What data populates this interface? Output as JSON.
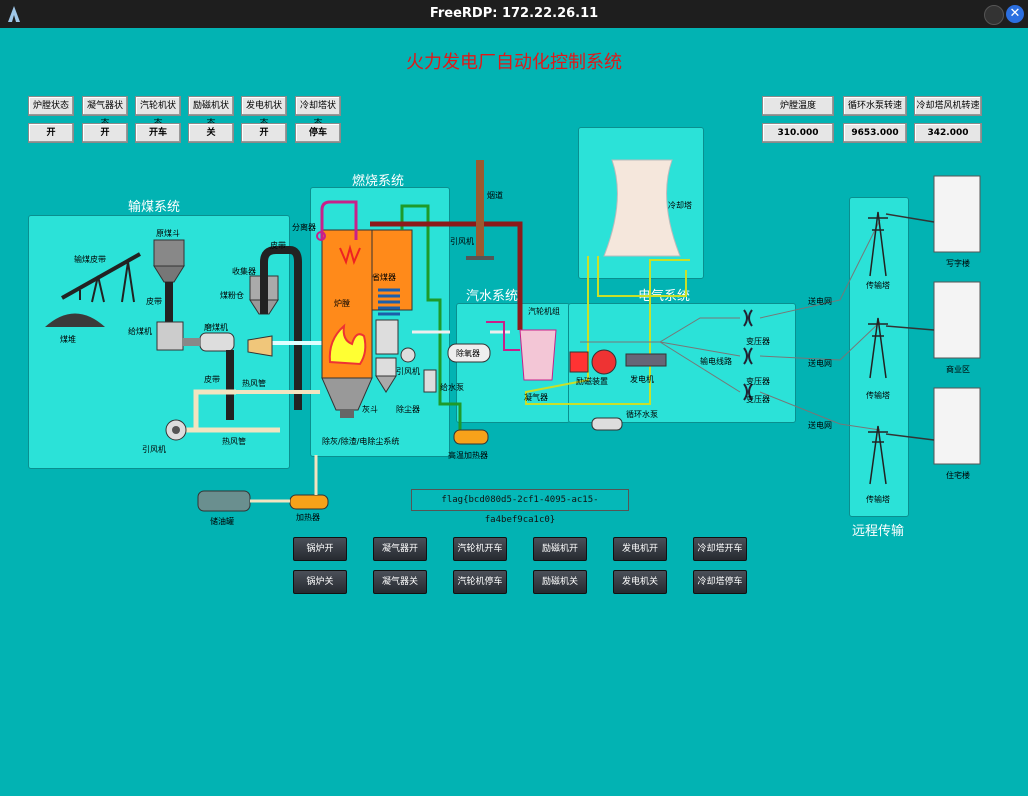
{
  "window": {
    "title": "FreeRDP: 172.22.26.11"
  },
  "header": {
    "title": "火力发电厂自动化控制系统"
  },
  "status": [
    {
      "label": "炉膛状态",
      "value": "开"
    },
    {
      "label": "凝气器状态",
      "value": "开"
    },
    {
      "label": "汽轮机状态",
      "value": "开车"
    },
    {
      "label": "励磁机状态",
      "value": "关"
    },
    {
      "label": "发电机状态",
      "value": "开"
    },
    {
      "label": "冷却塔状态",
      "value": "停车"
    }
  ],
  "readings": [
    {
      "label": "炉膛温度",
      "value": "310.000"
    },
    {
      "label": "循环水泵转速",
      "value": "9653.000"
    },
    {
      "label": "冷却塔风机转速",
      "value": "342.000"
    }
  ],
  "sections": {
    "coal": "输煤系统",
    "combustion": "燃烧系统",
    "steam": "汽水系统",
    "electric": "电气系统",
    "remote": "远程传输"
  },
  "labels": {
    "conveyor": "输煤皮带",
    "coal_hopper": "原煤斗",
    "belt1": "皮带",
    "belt2": "皮带",
    "belt3": "皮带",
    "feeder": "给煤机",
    "mill": "磨煤机",
    "collector": "收集器",
    "powder": "煤粉仓",
    "coal_pile": "煤堆",
    "hot_air1": "热风管",
    "hot_air2": "热风管",
    "fan_left": "引风机",
    "separator": "分离器",
    "economizer": "省煤器",
    "furnace": "炉膛",
    "chimney": "烟道",
    "fan_top": "引风机",
    "fan_mid": "引风机",
    "ash": "灰斗",
    "dust": "除尘器",
    "dust_sys": "除灰/除渣/电除尘系统",
    "cooling": "冷却塔",
    "deaerator": "除氧器",
    "feed_pump": "给水泵",
    "turbine": "汽轮机组",
    "condenser": "凝气器",
    "hp_heater": "高温加热器",
    "exciter": "励磁装置",
    "generator": "发电机",
    "circ_pump": "循环水泵",
    "outlet": "输电线路",
    "transformer1": "变压器",
    "transformer2": "变压器",
    "transformer3": "变压器",
    "grid1": "送电网",
    "grid2": "送电网",
    "grid3": "送电网",
    "tower1": "传输塔",
    "tower2": "传输塔",
    "tower3": "传输塔",
    "office": "写字楼",
    "commercial": "商业区",
    "residential": "住宅楼",
    "oil_tank": "储油罐",
    "heater": "加热器"
  },
  "flag": "flag{bcd080d5-2cf1-4095-ac15-fa4bef9ca1c0}",
  "controls": {
    "row1": [
      "锅炉开",
      "凝气器开",
      "汽轮机开车",
      "励磁机开",
      "发电机开",
      "冷却塔开车"
    ],
    "row2": [
      "锅炉关",
      "凝气器关",
      "汽轮机停车",
      "励磁机关",
      "发电机关",
      "冷却塔停车"
    ]
  },
  "colors": {
    "background": "#02b3b3",
    "panel": "#2be2d8",
    "title": "#e01818",
    "furnace": "#ff8a1a"
  }
}
